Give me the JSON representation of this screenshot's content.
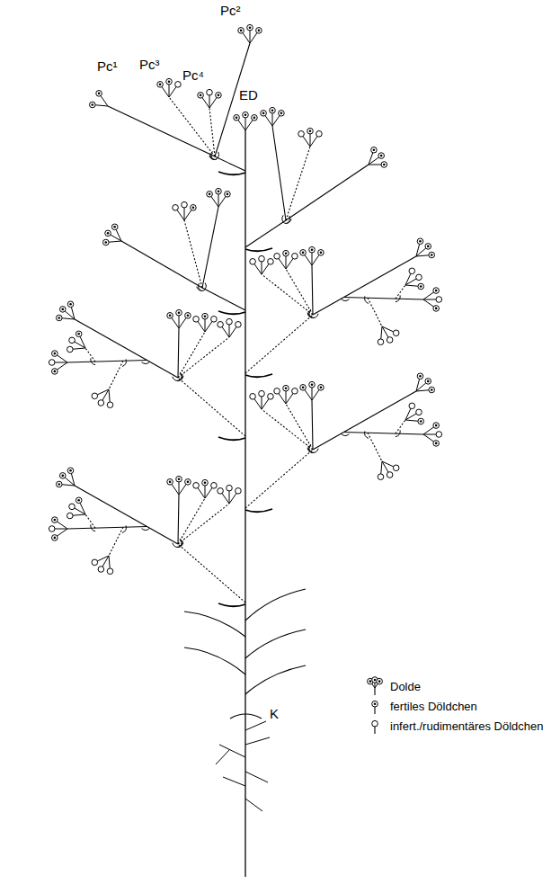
{
  "diagram": {
    "labels": [
      "Pc²",
      "Pc¹",
      "Pc³",
      "Pc⁴",
      "ED",
      "K"
    ],
    "legend": [
      {
        "text": "Dolde"
      },
      {
        "text": "fertiles Döldchen"
      },
      {
        "text": "infert./rudimentäres Döldchen"
      }
    ]
  }
}
